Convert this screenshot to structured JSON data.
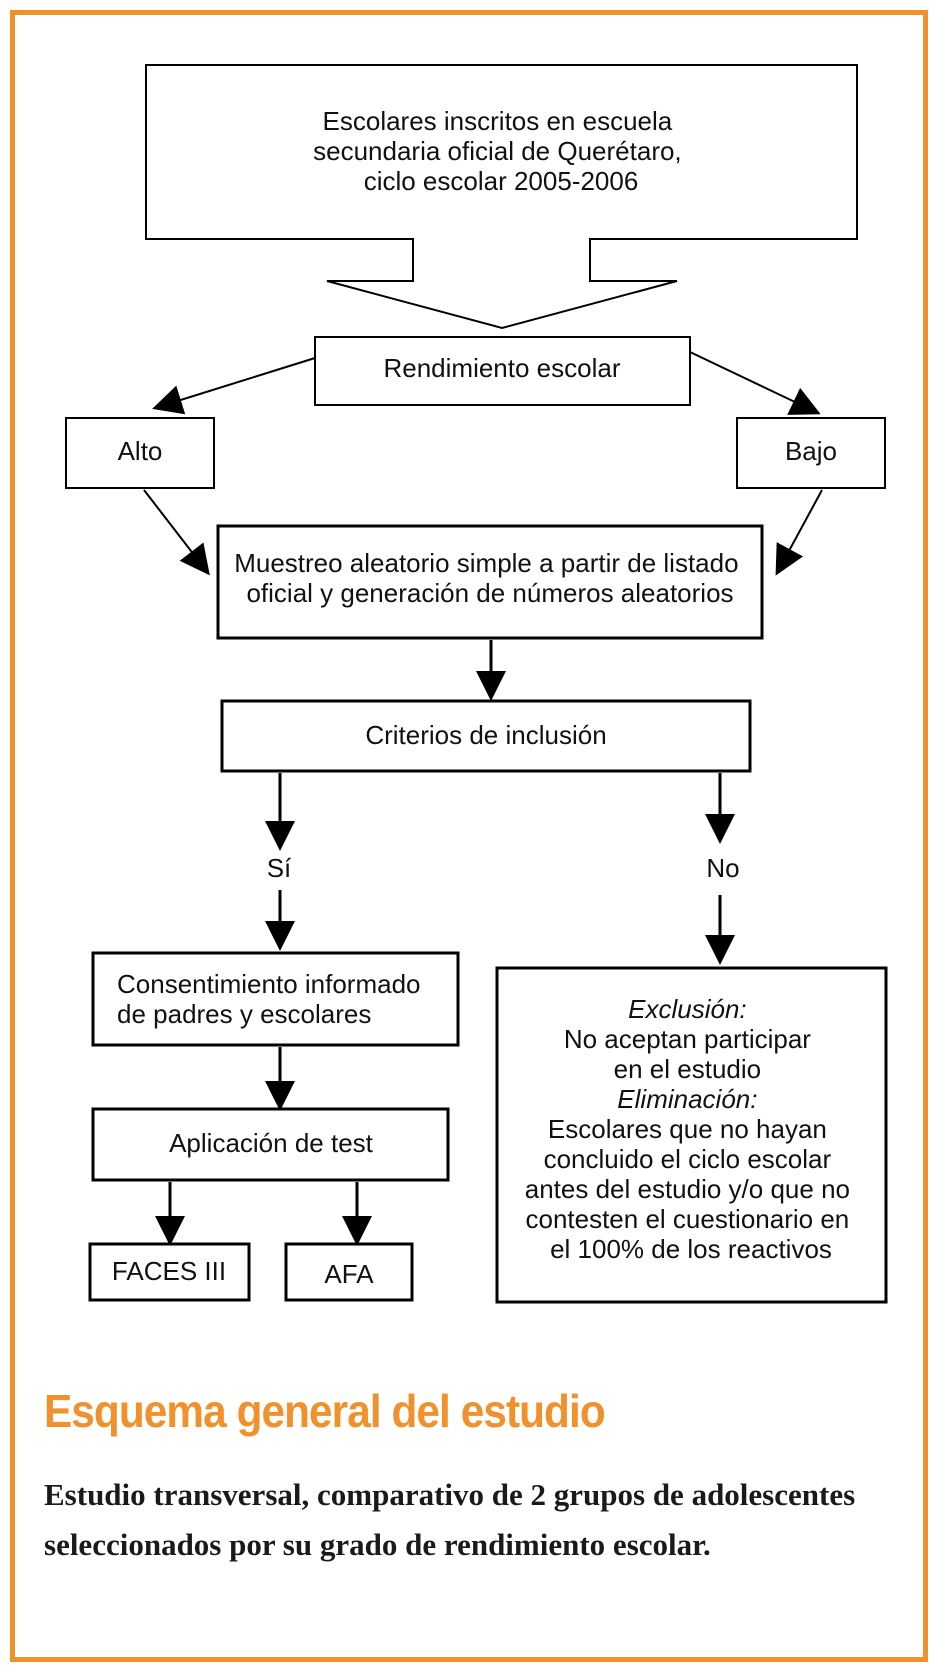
{
  "accent_color": "#f0912b",
  "nodes": {
    "population": [
      "Escolares inscritos en escuela",
      "secundaria oficial de Querétaro,",
      "ciclo escolar 2005-2006"
    ],
    "performance": "Rendimiento escolar",
    "high": "Alto",
    "low": "Bajo",
    "sampling": [
      "Muestreo aleatorio simple a partir de listado",
      "oficial y generación de números aleatorios"
    ],
    "criteria": "Criterios de inclusión",
    "yes": "Sí",
    "no": "No",
    "consent": [
      "Consentimiento informado",
      "de padres y escolares"
    ],
    "test": "Aplicación de test",
    "faces": "FACES III",
    "afa": "AFA",
    "exclusion": {
      "exclusion_label": "Exclusión:",
      "exclusion_lines": [
        "No aceptan participar",
        "en el estudio"
      ],
      "elimination_label": "Eliminación:",
      "elimination_lines": [
        "Escolares que no hayan",
        "concluido el ciclo escolar",
        "antes del estudio y/o que no",
        "contesten el cuestionario en",
        "el 100% de los reactivos"
      ]
    }
  },
  "caption": {
    "title": "Esquema general del estudio",
    "body": "Estudio transversal, comparativo de 2 grupos de adolescentes seleccionados por su grado de rendimiento escolar."
  }
}
